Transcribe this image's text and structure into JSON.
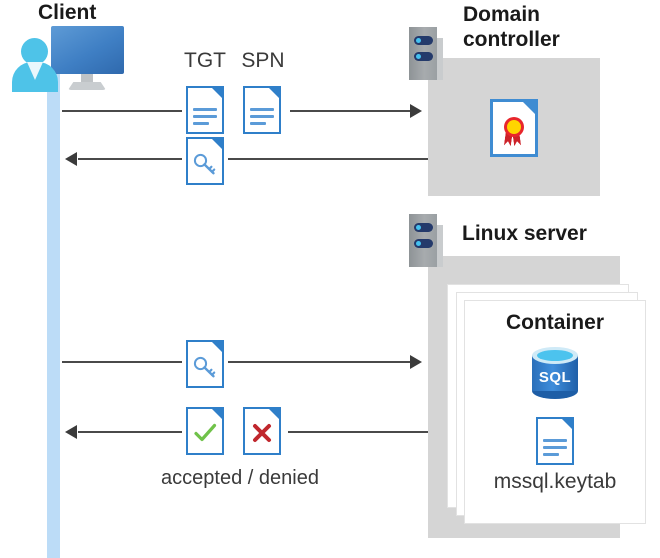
{
  "diagram": {
    "title": "Kerberos authentication flow between client, domain controller and Linux server container",
    "actors": {
      "client": {
        "label": "Client",
        "icon": "client-user-monitor-icon"
      },
      "domain_controller": {
        "label": "Domain\ncontroller",
        "label_line1": "Domain",
        "label_line2": "controller",
        "icon": "server-rack-icon"
      },
      "linux_server": {
        "label": "Linux server",
        "icon": "server-rack-icon"
      }
    },
    "domain_controller_contents": [
      {
        "name": "certificate-icon",
        "label": ""
      }
    ],
    "container": {
      "title": "Container",
      "items": [
        {
          "icon": "sql-database-icon",
          "label": "SQL"
        },
        {
          "icon": "keytab-document-icon",
          "label": "mssql.keytab"
        }
      ]
    },
    "messages": [
      {
        "id": "msg-1",
        "direction": "right",
        "labels": [
          "TGT",
          "SPN"
        ],
        "icons": [
          "document-icon",
          "document-icon"
        ]
      },
      {
        "id": "msg-2",
        "direction": "left",
        "labels": [],
        "icons": [
          "key-document-icon"
        ]
      },
      {
        "id": "msg-3",
        "direction": "right",
        "labels": [],
        "icons": [
          "key-document-icon"
        ]
      },
      {
        "id": "msg-4",
        "direction": "left",
        "labels": [
          "accepted / denied"
        ],
        "icons": [
          "check-document-icon",
          "x-document-icon"
        ]
      }
    ],
    "labels": {
      "tgt": "TGT",
      "spn": "SPN",
      "accepted_denied": "accepted / denied",
      "sql": "SQL",
      "keytab": "mssql.keytab",
      "container": "Container"
    },
    "colors": {
      "accent_blue": "#2f7fc9",
      "lifeline_blue": "#bcdcf7",
      "panel_gray": "#d5d5d9",
      "arrow_gray": "#4a4a4a",
      "rack_navy": "#243a6b",
      "rack_cyan": "#45c2f0",
      "cert_red": "#e8262c",
      "cert_yellow": "#ffd400",
      "check_green": "#70c24a",
      "x_red": "#c0272d",
      "sql_blue": "#2a6fba",
      "text_dark": "#1a1a1a"
    }
  }
}
